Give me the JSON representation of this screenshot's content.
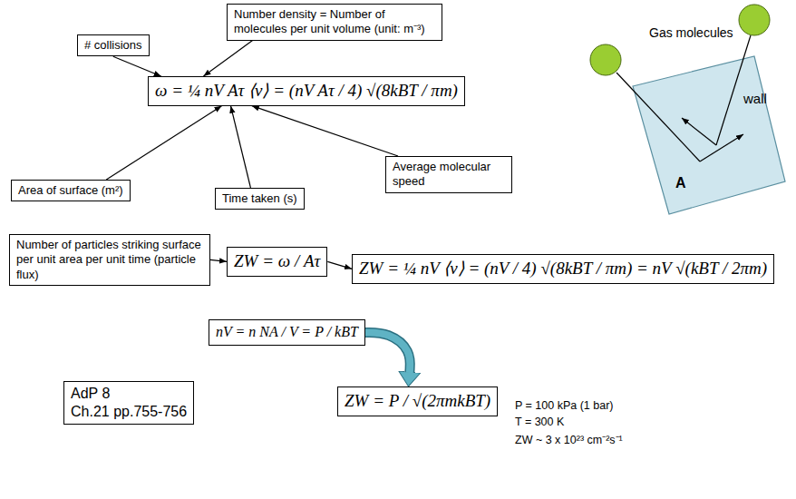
{
  "diagram": {
    "nodes": [
      {
        "text": [
          "# collisions"
        ]
      },
      {
        "text": [
          "Number density = Number of molecules per unit volume (unit: m⁻³)"
        ]
      },
      {
        "text": [
          "ω = ¼ nV Aτ ⟨v⟩ = (nV Aτ / 4) √(8kBT / πm)"
        ]
      },
      {
        "text": [
          "Area of surface (m²)"
        ]
      },
      {
        "text": [
          "Time taken (s)"
        ]
      },
      {
        "text": [
          "Average molecular speed"
        ]
      },
      {
        "text": [
          "Number of particles striking surface per unit area per unit time (particle flux)"
        ]
      },
      {
        "text": [
          "ZW = ω / Aτ"
        ]
      },
      {
        "text": [
          "ZW = ¼ nV ⟨v⟩ = (nV / 4) √(8kBT / πm) = nV √(kBT / 2πm)"
        ]
      },
      {
        "text": [
          "nV = n NA / V = P / kBT"
        ]
      },
      {
        "text": [
          "ZW = P / √(2πmkBT)"
        ]
      },
      {
        "text": [
          "AdP 8",
          "Ch.21 pp.755-756"
        ]
      },
      {
        "text": [
          "wall",
          "A"
        ]
      }
    ],
    "edges": [
      {
        "from": 0,
        "to": 2,
        "arrow": "to"
      },
      {
        "from": 1,
        "to": 2,
        "arrow": "to"
      },
      {
        "from": 3,
        "to": 2,
        "arrow": "to"
      },
      {
        "from": 4,
        "to": 2,
        "arrow": "to"
      },
      {
        "from": 5,
        "to": 2,
        "arrow": "to"
      },
      {
        "from": 6,
        "to": 7,
        "arrow": "to"
      },
      {
        "from": 7,
        "to": 8,
        "arrow": "to"
      },
      {
        "from": 9,
        "to": 10,
        "arrow": "to"
      }
    ],
    "labels": [
      "Gas molecules",
      "P = 100 kPa (1 bar)",
      "T = 300 K",
      "ZW ~ 3 x 10²³ cm⁻²s⁻¹"
    ]
  }
}
